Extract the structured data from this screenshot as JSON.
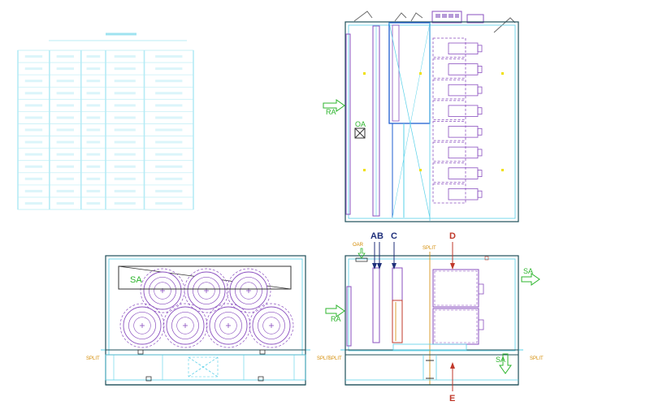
{
  "labels": {
    "ra": "RA",
    "oa": "OA",
    "sa": "SA",
    "oar": "OAR",
    "split": "SPLIT",
    "ab": "AB",
    "c": "C",
    "d": "D",
    "e": "E"
  },
  "colors": {
    "outline": "#1e4f5a",
    "cyan": "#57d0e8",
    "purple": "#8a4fbf",
    "green": "#2db52d",
    "orange": "#d38a00",
    "navy": "#1f2f7a",
    "red": "#c0392b",
    "yellow": "#f0e000"
  },
  "table": {
    "rows": 13,
    "cols": 5
  },
  "fans": {
    "top_row": 3,
    "bottom_row": 4
  },
  "modules": {
    "stack_count": 8
  }
}
